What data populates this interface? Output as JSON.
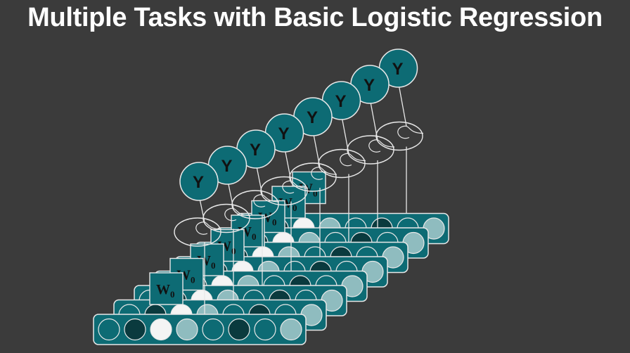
{
  "title": "Multiple Tasks with Basic Logistic Regression",
  "output_label": "Y",
  "weight_label": "W",
  "weight_subscript": "0",
  "colors": {
    "background": "#3b3b3b",
    "teal": "#0d6b74",
    "dark_teal": "#0a3a3e",
    "light_teal": "#8fbcbf",
    "node_white": "#f4f4f4",
    "outline": "#e8e8e8"
  },
  "task_count": 8,
  "input_pattern": [
    "teal",
    "dark_teal",
    "node_white",
    "light_teal",
    "teal",
    "dark_teal",
    "teal",
    "light_teal"
  ]
}
